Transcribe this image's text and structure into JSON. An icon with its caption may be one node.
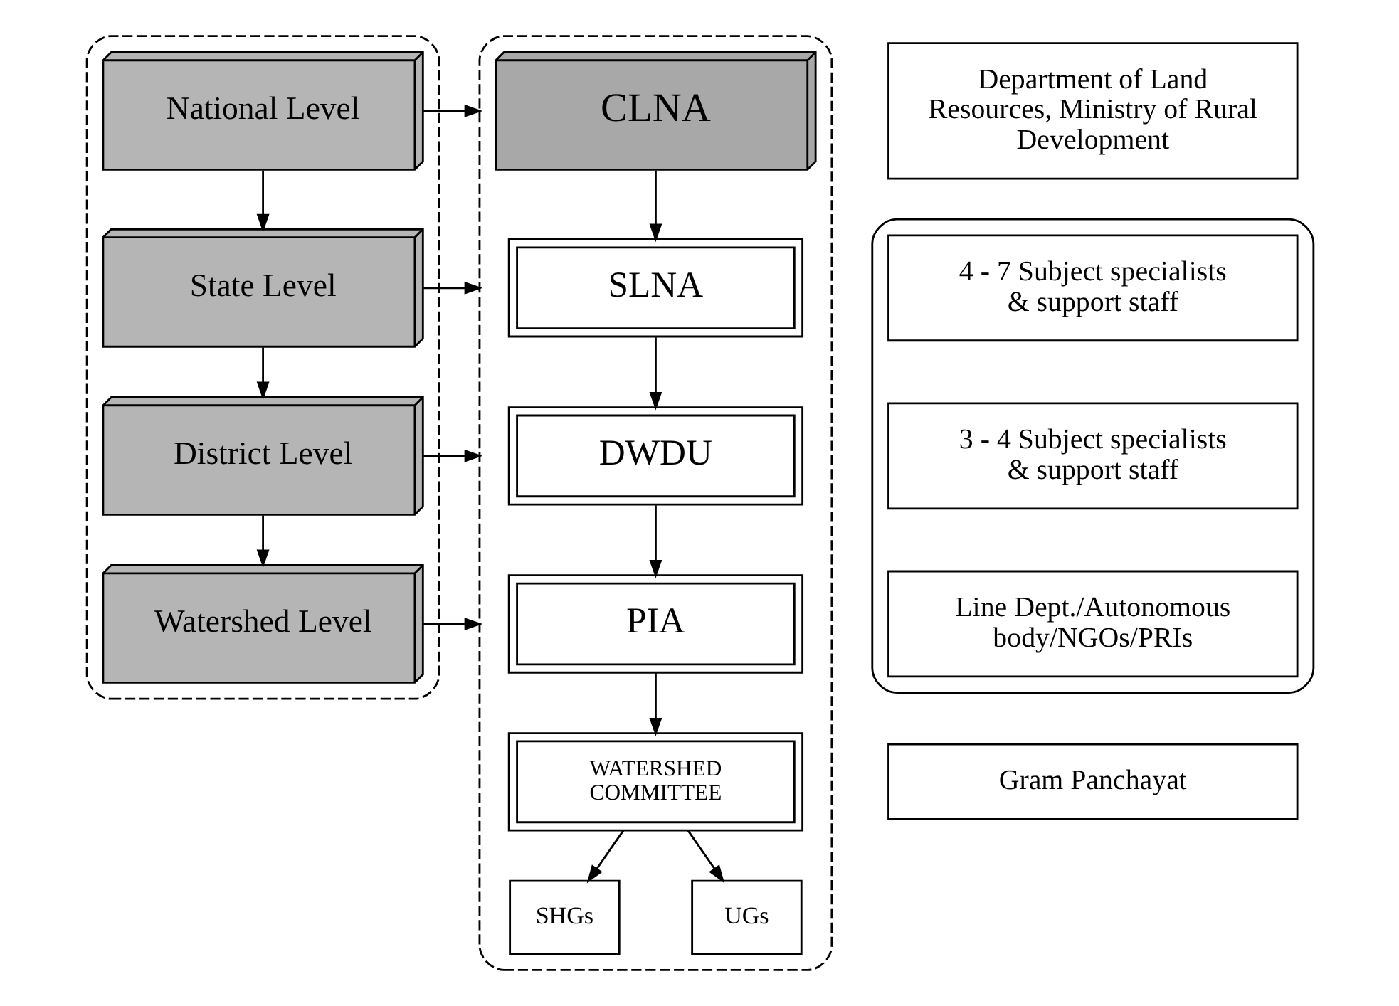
{
  "diagram": {
    "nodes": [
      {
        "text": [],
        "shape": "box"
      },
      {
        "text": [
          "National Level"
        ],
        "in": 0
      },
      {
        "text": [
          "State Level"
        ],
        "in": 0
      },
      {
        "text": [
          "District Level"
        ],
        "in": 0
      },
      {
        "text": [
          "Watershed Level"
        ],
        "in": 0
      },
      {
        "text": [],
        "shape": "box"
      },
      {
        "text": [
          "CLNA"
        ],
        "in": 5
      },
      {
        "text": [
          "SLNA"
        ],
        "in": 5
      },
      {
        "text": [
          "DWDU"
        ],
        "in": 5
      },
      {
        "text": [
          "PIA"
        ],
        "in": 5
      },
      {
        "text": [
          "WATERSHED COMMITTEE"
        ],
        "in": 5
      },
      {
        "text": [
          "SHGs"
        ],
        "in": 5
      },
      {
        "text": [
          "UGs"
        ],
        "in": 5
      },
      {
        "text": [
          "Department of Land Resources, Ministry of Rural Development"
        ]
      },
      {
        "text": [],
        "shape": "box"
      },
      {
        "text": [
          "4 - 7 Subject specialists & support staff"
        ],
        "in": 14
      },
      {
        "text": [
          "3 - 4 Subject specialists & support staff"
        ],
        "in": 14
      },
      {
        "text": [
          "Line Dept./Autonomous body/NGOs/PRIs"
        ],
        "in": 14
      },
      {
        "text": [
          "Gram Panchayat"
        ]
      }
    ],
    "edges": [
      {
        "from": 1,
        "to": 2,
        "arrow": "to"
      },
      {
        "from": 2,
        "to": 3,
        "arrow": "to"
      },
      {
        "from": 3,
        "to": 4,
        "arrow": "to"
      },
      {
        "from": 1,
        "to": 5,
        "arrow": "to"
      },
      {
        "from": 2,
        "to": 5,
        "arrow": "to"
      },
      {
        "from": 3,
        "to": 5,
        "arrow": "to"
      },
      {
        "from": 4,
        "to": 5,
        "arrow": "to"
      },
      {
        "from": 6,
        "to": 7,
        "arrow": "to"
      },
      {
        "from": 7,
        "to": 8,
        "arrow": "to"
      },
      {
        "from": 8,
        "to": 9,
        "arrow": "to"
      },
      {
        "from": 9,
        "to": 10,
        "arrow": "to"
      },
      {
        "from": 10,
        "to": 11,
        "arrow": "to"
      },
      {
        "from": 10,
        "to": 12,
        "arrow": "to"
      }
    ]
  }
}
